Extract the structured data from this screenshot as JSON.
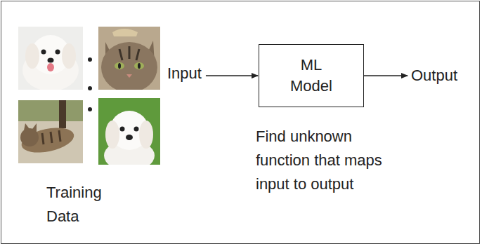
{
  "diagram": {
    "nodes": [
      {
        "text": [
          "ML Model"
        ]
      }
    ],
    "labels": [
      "Input",
      "Output",
      "Training Data",
      "Find unknown function that maps input to output"
    ]
  }
}
